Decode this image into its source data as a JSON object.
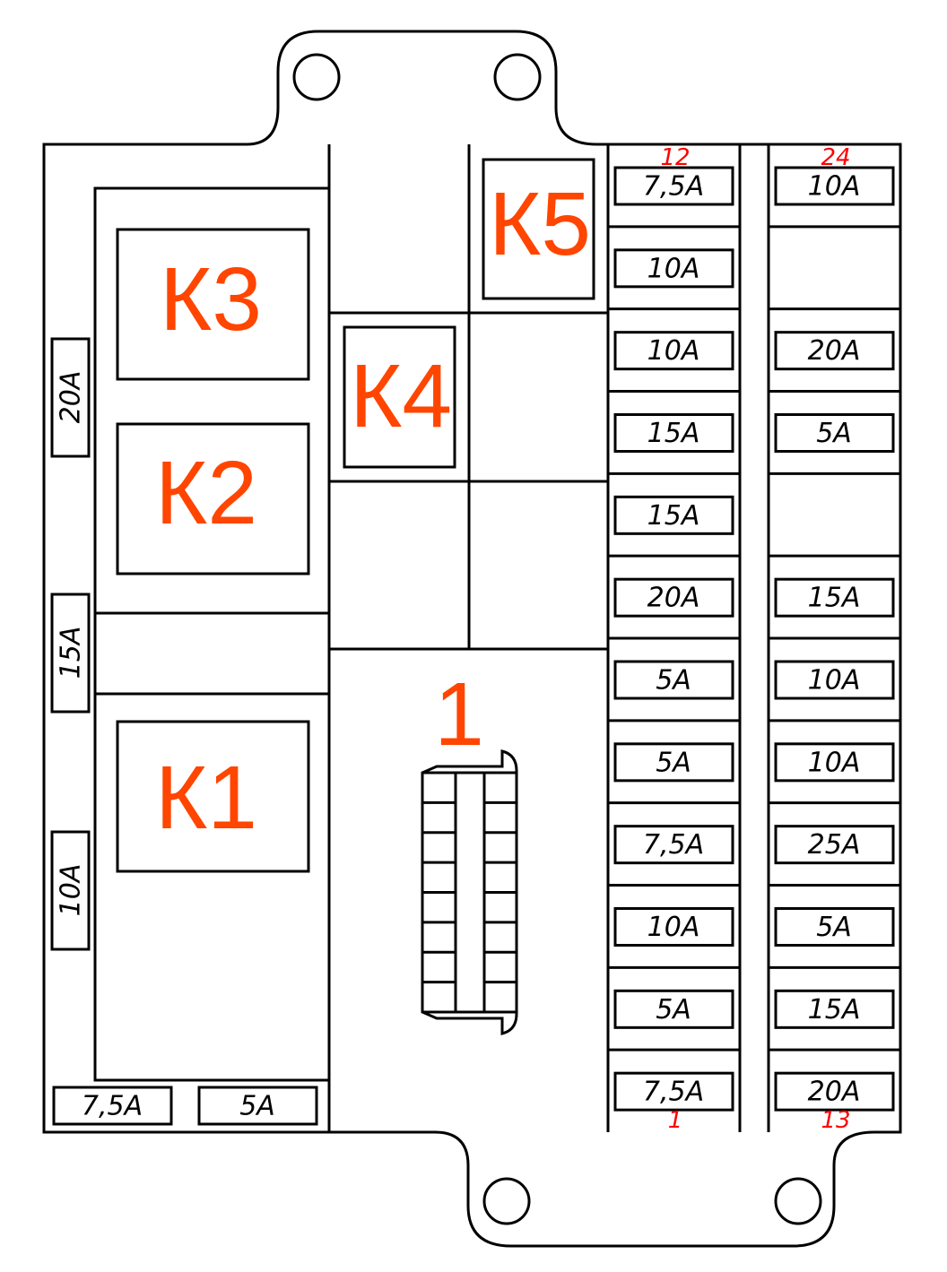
{
  "colors": {
    "relay_label": "#ff4500",
    "fuse_number": "#ff0000",
    "line": "#000000"
  },
  "relays": {
    "k1": "К1",
    "k2": "К2",
    "k3": "К3",
    "k4": "К4",
    "k5": "К5"
  },
  "connector_label": "1",
  "left_fuses": [
    "20A",
    "15A",
    "10A"
  ],
  "bottom_fuses": [
    "7,5A",
    "5A"
  ],
  "fuse_column_a": {
    "top_number": "12",
    "bottom_number": "1",
    "fuses": [
      "7,5A",
      "10A",
      "10A",
      "15A",
      "15A",
      "20A",
      "5A",
      "5A",
      "7,5A",
      "10A",
      "5A",
      "7,5A"
    ]
  },
  "fuse_column_b": {
    "top_number": "24",
    "bottom_number": "13",
    "fuses": [
      "10A",
      "",
      "20A",
      "5A",
      "",
      "15A",
      "10A",
      "10A",
      "25A",
      "5A",
      "15A",
      "20A"
    ]
  }
}
